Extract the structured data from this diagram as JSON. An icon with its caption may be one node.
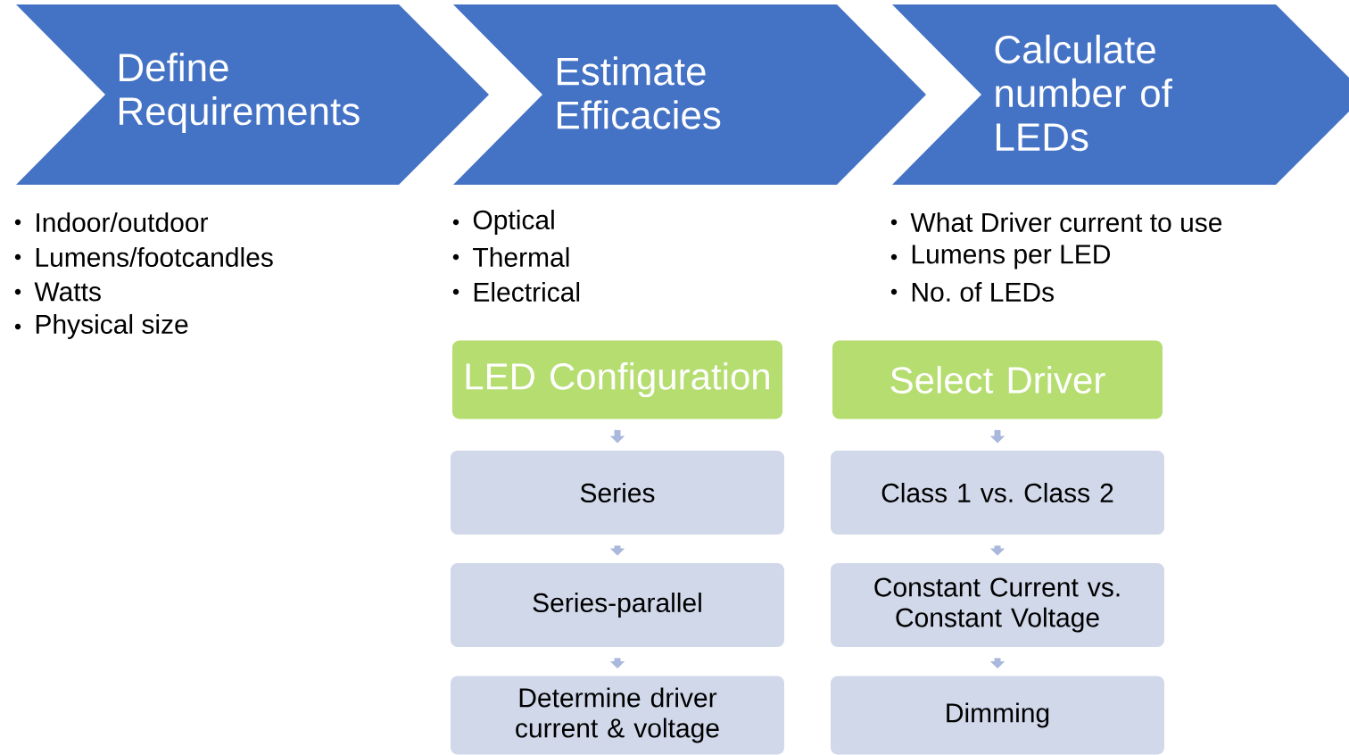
{
  "diagram": {
    "nodes": [
      {
        "text": [
          "Define Requirements"
        ],
        "beside": [
          "Indoor/outdoor",
          "Lumens/footcandles",
          "Watts",
          "Physical size"
        ]
      },
      {
        "text": [
          "Estimate Efficacies"
        ],
        "beside": [
          "Optical",
          "Thermal",
          "Electrical"
        ]
      },
      {
        "text": [
          "Calculate number of LEDs"
        ],
        "beside": [
          "What Driver current to use",
          "Lumens per LED",
          "No. of LEDs"
        ]
      },
      {
        "text": [
          "LED Configuration"
        ]
      },
      {
        "text": [
          "Series"
        ]
      },
      {
        "text": [
          "Series-parallel"
        ]
      },
      {
        "text": [
          "Determine driver current & voltage"
        ]
      },
      {
        "text": [
          "Select Driver"
        ]
      },
      {
        "text": [
          "Class 1 vs. Class 2"
        ]
      },
      {
        "text": [
          "Constant Current vs. Constant Voltage"
        ]
      },
      {
        "text": [
          "Dimming"
        ]
      }
    ],
    "edges": [
      {
        "from": 3,
        "to": 4,
        "arrow": "to"
      },
      {
        "from": 4,
        "to": 5,
        "arrow": "to"
      },
      {
        "from": 5,
        "to": 6,
        "arrow": "to"
      },
      {
        "from": 7,
        "to": 8,
        "arrow": "to"
      },
      {
        "from": 8,
        "to": 9,
        "arrow": "to"
      },
      {
        "from": 9,
        "to": 10,
        "arrow": "to"
      }
    ]
  }
}
